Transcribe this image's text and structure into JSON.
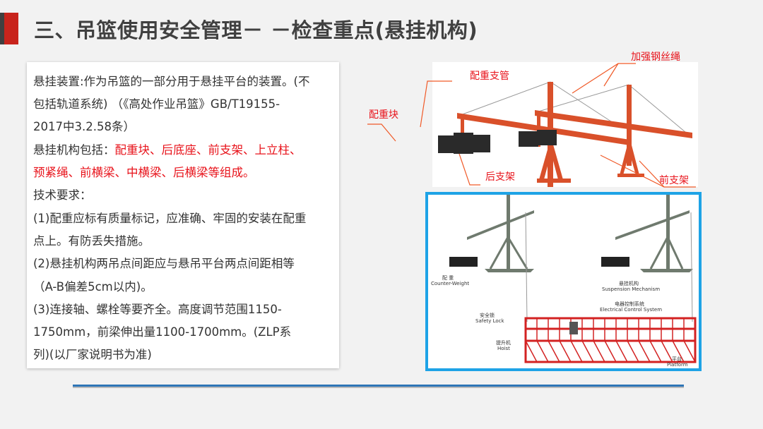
{
  "title": "三、吊篮使用安全管理－ －检查重点(悬挂机构)",
  "body": {
    "lines": [
      {
        "text": "悬挂装置:作为吊篮的一部分用于悬挂平台的装置。(不"
      },
      {
        "text": "包括轨道系统) （《高处作业吊篮》GB/T19155-"
      },
      {
        "text": "2017中3.2.58条）"
      },
      {
        "prefix": "悬挂机构包括：",
        "red": "配重块、后底座、前支架、上立柱、"
      },
      {
        "red": "预紧绳、前横梁、中横梁、后横梁等组成。"
      },
      {
        "text": "技术要求："
      },
      {
        "text": "(1)配重应标有质量标记，应准确、牢固的安装在配重"
      },
      {
        "text": "点上。有防丢失措施。"
      },
      {
        "text": "(2)悬挂机构两吊点间距应与悬吊平台两点间距相等"
      },
      {
        "text": "（A-B偏差5cm以内)。"
      },
      {
        "text": "(3)连接轴、螺栓等要齐全。高度调节范围1150-"
      },
      {
        "text": "1750mm，前梁伸出量1100-1700mm。(ZLP系"
      },
      {
        "text": "列)(以厂家说明书为准)"
      }
    ]
  },
  "diagram_top": {
    "labels": {
      "counterweight_tube": "配重支管",
      "reinforce_rope": "加强钢丝绳",
      "counterweight": "配重块",
      "rear_frame": "后支架",
      "front_frame": "前支架"
    }
  },
  "diagram_bottom": {
    "labels": {
      "counterweight_cn": "配 重",
      "counterweight_en": "Counter-Weight",
      "suspension_cn": "悬挂机构",
      "suspension_en": "Suspension Mechanism",
      "electrical_cn": "电器控制系统",
      "electrical_en": "Electrical Control System",
      "safety_cn": "安全锁",
      "safety_en": "Safety Lock",
      "hoist_cn": "提升机",
      "hoist_en": "Hoist",
      "platform_cn": "平台",
      "platform_en": "Platform"
    }
  },
  "colors": {
    "accent_red": "#c8241c",
    "text_red": "#e8131b",
    "frame_blue": "#1ea3e6",
    "rule_blue": "#2e75b6"
  }
}
